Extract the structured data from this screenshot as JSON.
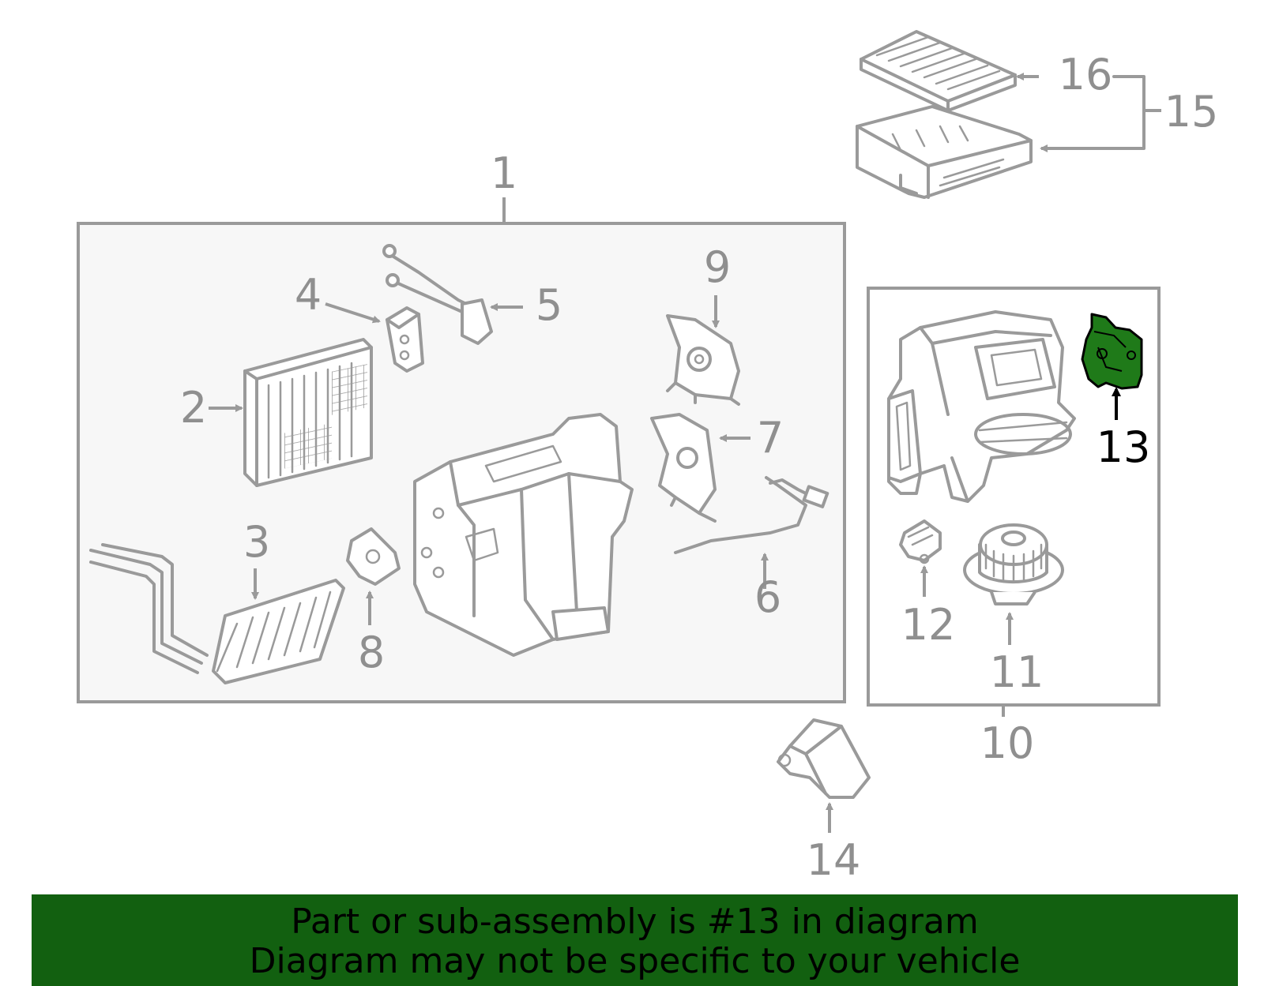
{
  "diagram": {
    "callouts": {
      "c1": "1",
      "c2": "2",
      "c3": "3",
      "c4": "4",
      "c5": "5",
      "c6": "6",
      "c7": "7",
      "c8": "8",
      "c9": "9",
      "c10": "10",
      "c11": "11",
      "c12": "12",
      "c13": "13",
      "c14": "14",
      "c15": "15",
      "c16": "16"
    },
    "highlight_color": "#126010"
  },
  "banner": {
    "line1": "Part or sub-assembly is #13 in diagram",
    "line2": "Diagram may not be specific to your vehicle"
  }
}
